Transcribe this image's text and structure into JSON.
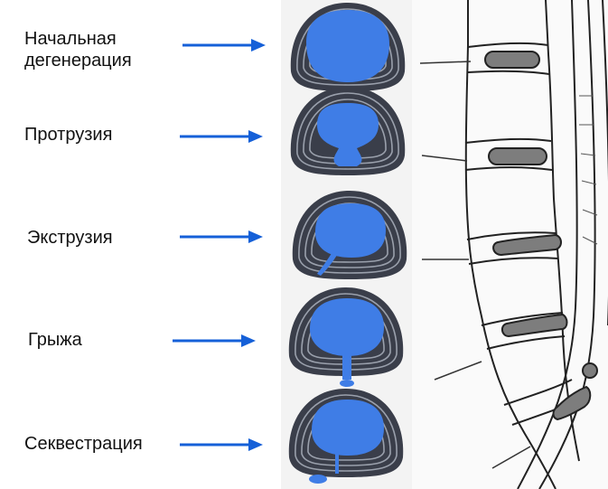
{
  "stages": [
    {
      "id": "initial-degeneration",
      "lines": [
        "Начальная",
        "дегенерация"
      ]
    },
    {
      "id": "protrusion",
      "lines": [
        "Протрузия"
      ]
    },
    {
      "id": "extrusion",
      "lines": [
        "Экструзия"
      ]
    },
    {
      "id": "hernia",
      "lines": [
        "Грыжа"
      ]
    },
    {
      "id": "sequestration",
      "lines": [
        "Секвестрация"
      ]
    }
  ],
  "colors": {
    "arrow": "#1560d8",
    "nucleus": "#3f7de6",
    "annulus_dark": "#3a3e4a",
    "annulus_rings": "#9aa0ac",
    "spine_disc": "#7d7d7d",
    "panel_bg": "#f3f3f3",
    "text": "#111111"
  },
  "icons": [
    "arrow-right-icon",
    "disc-cross-section-icon",
    "spine-side-view-icon"
  ]
}
